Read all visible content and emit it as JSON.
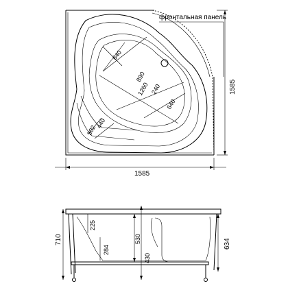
{
  "labels": {
    "front_panel": "фронтальная панель",
    "width": "1585",
    "depth": "1585",
    "height_total": "710",
    "height_panel": "634",
    "seat_225": "225",
    "seat_284": "284",
    "inner_530": "530",
    "inner_430": "430",
    "d_640_top": "640",
    "d_890": "890",
    "d_1260": "1260",
    "d_240": "240",
    "d_640_right": "640",
    "d_440": "440",
    "d_302": "302"
  }
}
